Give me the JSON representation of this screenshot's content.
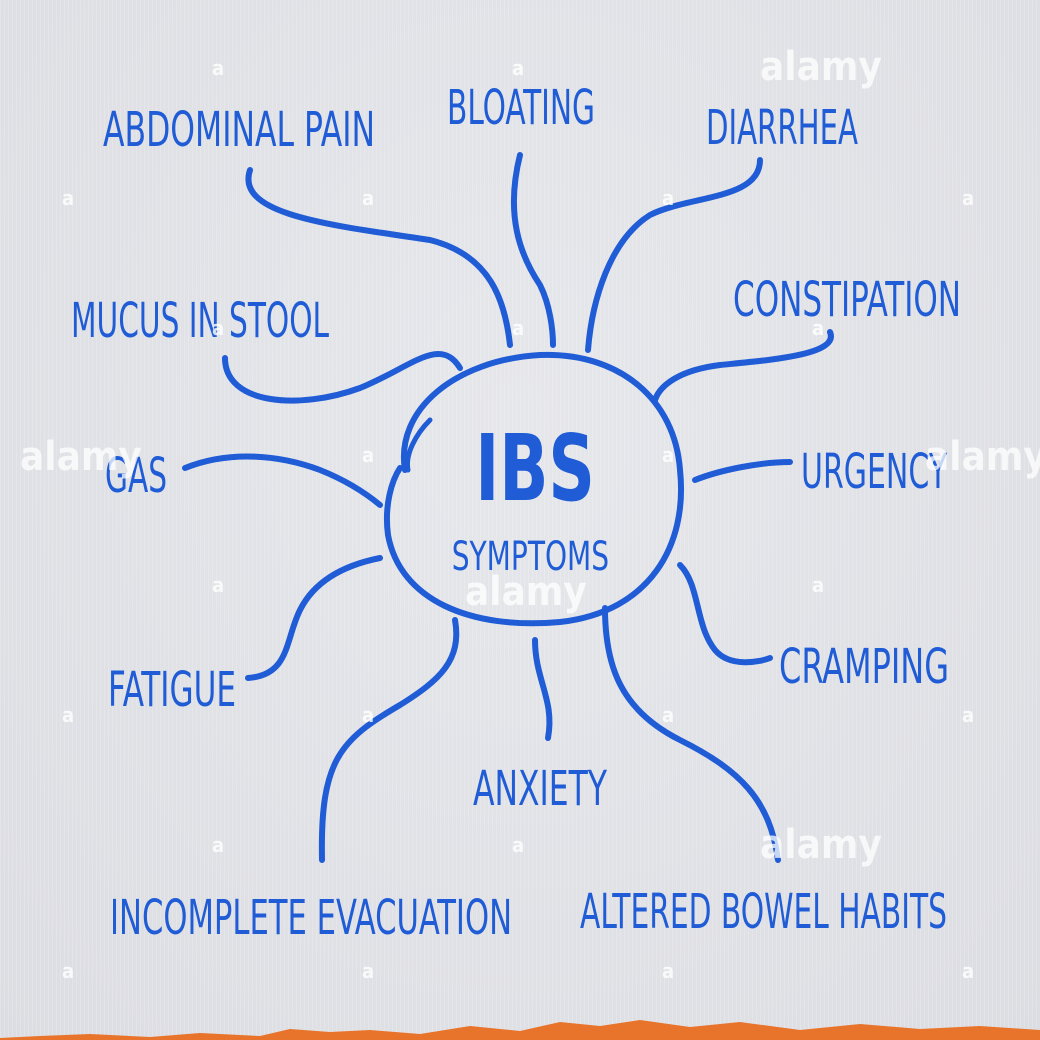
{
  "center": {
    "title": "IBS",
    "subtitle": "SYMPTOMS"
  },
  "symptoms": [
    "ABDOMINAL PAIN",
    "BLOATING",
    "DIARRHEA",
    "CONSTIPATION",
    "MUCUS IN STOOL",
    "GAS",
    "URGENCY",
    "FATIGUE",
    "CRAMPING",
    "ANXIETY",
    "INCOMPLETE EVACUATION",
    "ALTERED BOWEL HABITS"
  ],
  "watermark": "alamy",
  "colors": {
    "ink": "#1f5cd6",
    "paper": "#e2e3e7",
    "torn_edge": "#e8732a",
    "watermark": "#ffffff"
  }
}
